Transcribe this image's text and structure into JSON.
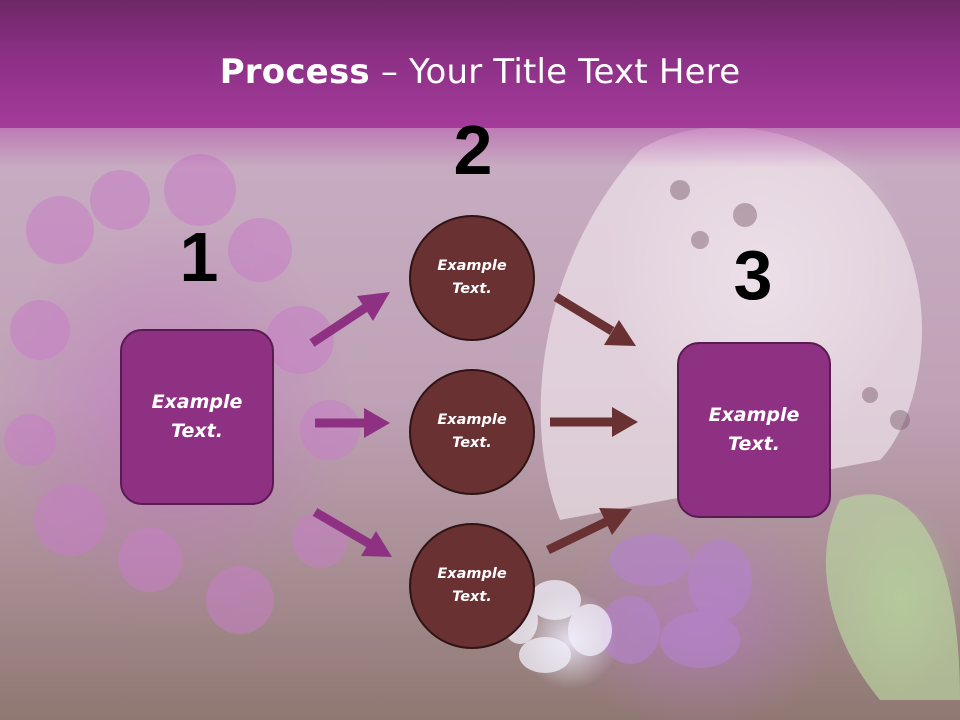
{
  "slide": {
    "title_bold": "Process",
    "title_rest": " – Your Title Text Here"
  },
  "steps": [
    {
      "number": "1",
      "label_line1": "Example",
      "label_line2": "Text."
    },
    {
      "number": "2"
    },
    {
      "number": "3",
      "label_line1": "Example",
      "label_line2": "Text."
    }
  ],
  "circles": [
    {
      "label_line1": "Example",
      "label_line2": "Text."
    },
    {
      "label_line1": "Example",
      "label_line2": "Text."
    },
    {
      "label_line1": "Example",
      "label_line2": "Text."
    }
  ],
  "colors": {
    "header": "#8a2f83",
    "box_fill": "#8e3183",
    "circle_fill": "#6a3133",
    "arrow_left": "#8e3183",
    "arrow_right": "#6a3133"
  }
}
